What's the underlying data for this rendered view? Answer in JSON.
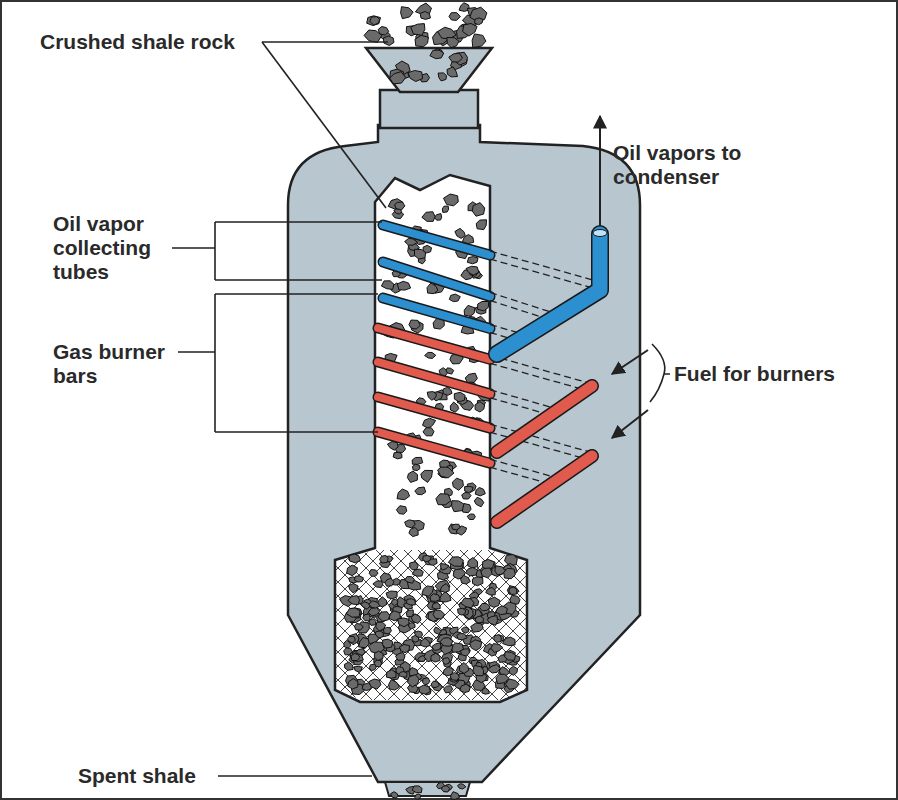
{
  "diagram": {
    "labels": [
      "Crushed shale rock",
      "Oil vapor collecting tubes",
      "Gas burner bars",
      "Oil vapors to condenser",
      "Fuel for burners",
      "Spent shale"
    ]
  }
}
